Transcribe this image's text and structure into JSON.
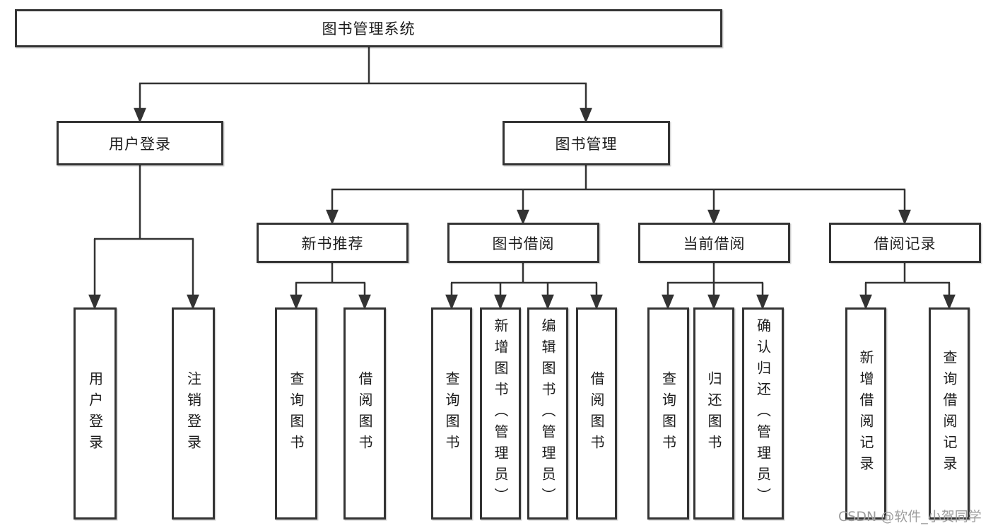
{
  "diagram": {
    "title_node": "图书管理系统",
    "level2": {
      "user_login": "用户登录",
      "book_mgmt": "图书管理"
    },
    "level3": {
      "new_book": "新书推荐",
      "book_borrow": "图书借阅",
      "current_borrow": "当前借阅",
      "borrow_record": "借阅记录"
    },
    "leaves": {
      "user_login": [
        "用户登录",
        "注销登录"
      ],
      "new_book": [
        "查询图书",
        "借阅图书"
      ],
      "book_borrow": [
        "查询图书",
        "新增图书（管理员）",
        "编辑图书（管理员）",
        "借阅图书"
      ],
      "current_borrow": [
        "查询图书",
        "归还图书",
        "确认归还（管理员）"
      ],
      "borrow_record": [
        "新增借阅记录",
        "查询借阅记录"
      ]
    },
    "colors": {
      "line": "#333333",
      "box_border": "#343434",
      "text": "#1c1c1c",
      "watermark": "#9d9d9d"
    },
    "watermark": "CSDN @软件_小贺同学"
  }
}
